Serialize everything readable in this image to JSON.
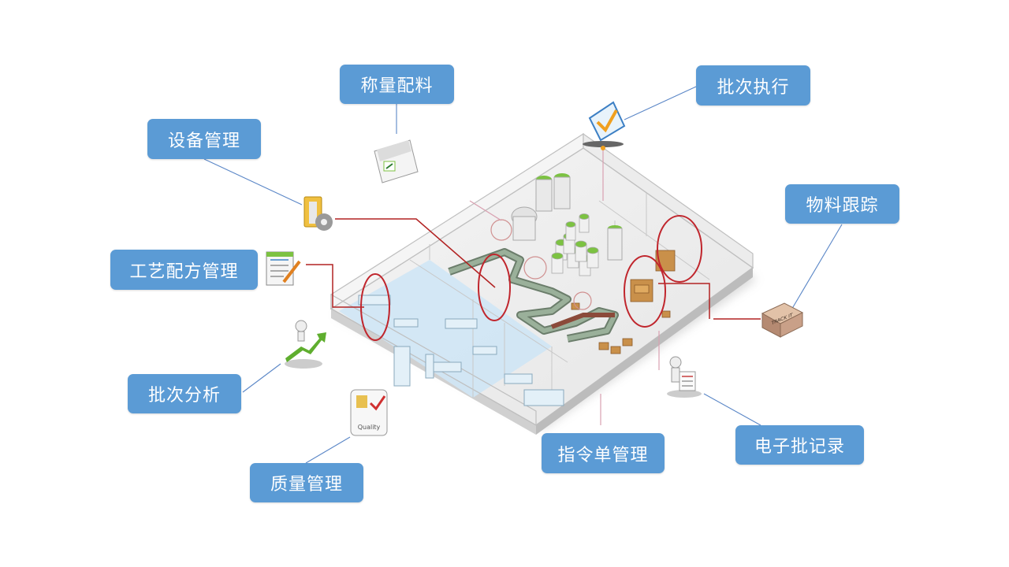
{
  "labels": {
    "weighing": "称量配料",
    "batch_execution": "批次执行",
    "equipment": "设备管理",
    "material_tracking": "物料跟踪",
    "recipe": "工艺配方管理",
    "batch_analysis": "批次分析",
    "order_management": "指令单管理",
    "electronic_batch_record": "电子批记录",
    "quality": "质量管理"
  },
  "icon_texts": {
    "track_box": "TRACK IT",
    "quality_badge": "Quality"
  },
  "colors": {
    "label_bg": "#5b9bd5",
    "label_text": "#ffffff",
    "connector_blue": "#5b87c7",
    "connector_red": "#b22222",
    "lab_floor": "#cfe6f5",
    "tank_green": "#7cc242"
  },
  "icons": [
    "folder-gear-icon",
    "scale-icon",
    "checklist-icon",
    "recipe-document-icon",
    "growth-arrow-icon",
    "quality-badge-icon",
    "track-box-icon",
    "batch-record-icon"
  ]
}
